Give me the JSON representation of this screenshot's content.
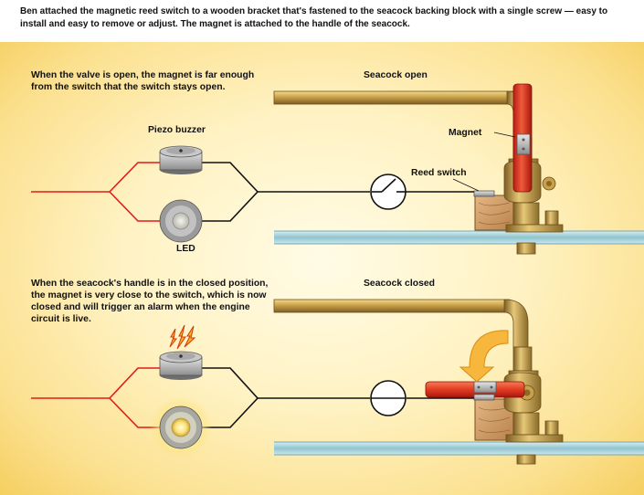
{
  "caption": "Ben attached the magnetic reed switch to a wooden bracket that's fastened to the seacock backing block with a single screw — easy to install and easy to remove or adjust. The magnet is attached to the handle of the seacock.",
  "top": {
    "title": "Seacock open",
    "description": "When the valve is open, the magnet is far enough from the switch that the switch stays open.",
    "labels": {
      "piezo": "Piezo buzzer",
      "magnet": "Magnet",
      "reed_switch": "Reed switch",
      "led": "LED"
    }
  },
  "bottom": {
    "title": "Seacock closed",
    "description": "When the seacock's handle is in the closed position, the magnet is very close to the switch, which is now closed and will trigger an alarm when the engine circuit is live."
  },
  "colors": {
    "background_glow": "#fbe08f",
    "wire_live": "#e11b1b",
    "wire": "#111111",
    "handle": "#e23c22",
    "brass": "#c9a14a",
    "wood": "#c9945c",
    "hull": "#8fc4cf",
    "led_lit": "#fde27a",
    "arrow": "#f6b73c"
  },
  "icons": [
    "rotation-arrow-icon",
    "sound-bolt-icon"
  ]
}
